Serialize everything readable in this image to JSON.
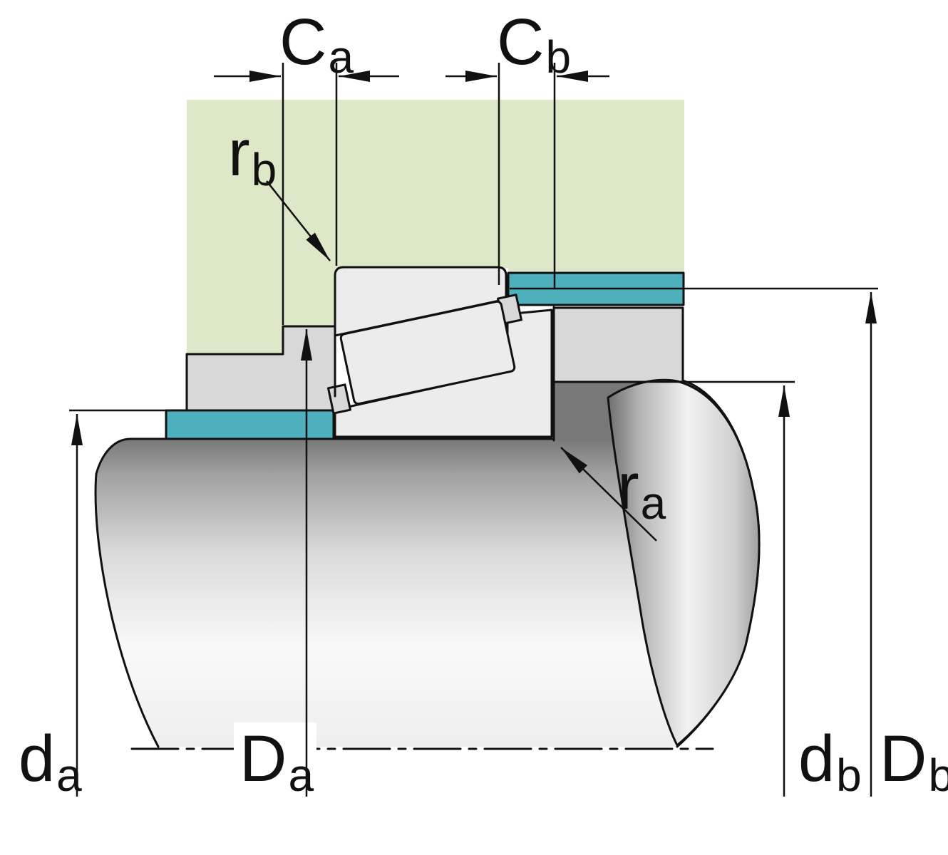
{
  "diagram": {
    "type": "bearing-mounting-cross-section",
    "labels": {
      "c_a": {
        "base": "C",
        "sub": "a"
      },
      "c_b": {
        "base": "C",
        "sub": "b"
      },
      "r_b": {
        "base": "r",
        "sub": "b"
      },
      "r_a": {
        "base": "r",
        "sub": "a"
      },
      "d_a": {
        "base": "d",
        "sub": "a"
      },
      "D_a": {
        "base": "D",
        "sub": "a"
      },
      "d_b": {
        "base": "d",
        "sub": "b"
      },
      "D_b": {
        "base": "D",
        "sub": "b"
      }
    },
    "colors": {
      "housing_green": "#dce8c8",
      "abutment_teal": "#4fb0bd",
      "spacer_gray": "#d8d8d8",
      "bearing_gray": "#ececec",
      "line": "#111111",
      "background": "#ffffff"
    }
  }
}
